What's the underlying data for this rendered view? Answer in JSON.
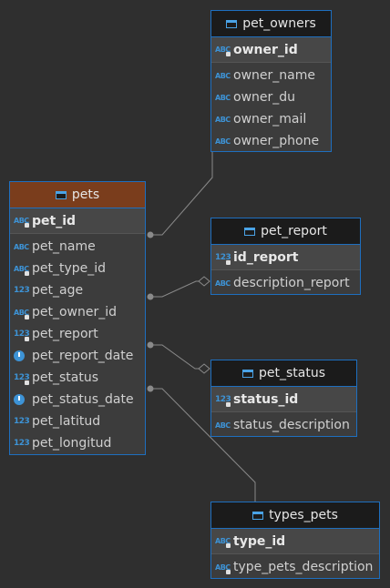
{
  "tables": {
    "pet_owners": {
      "title": "pet_owners",
      "pk": {
        "icon": "ABC",
        "name": "owner_id"
      },
      "columns": [
        {
          "icon": "ABC",
          "name": "owner_name"
        },
        {
          "icon": "ABC",
          "name": "owner_du"
        },
        {
          "icon": "ABC",
          "name": "owner_mail"
        },
        {
          "icon": "ABC",
          "name": "owner_phone"
        }
      ]
    },
    "pets": {
      "title": "pets",
      "pk": {
        "icon": "ABC",
        "name": "pet_id"
      },
      "columns": [
        {
          "icon": "ABC",
          "name": "pet_name"
        },
        {
          "icon": "ABC",
          "name": "pet_type_id"
        },
        {
          "icon": "123",
          "name": "pet_age"
        },
        {
          "icon": "ABC",
          "name": "pet_owner_id"
        },
        {
          "icon": "123",
          "name": "pet_report"
        },
        {
          "icon": "clock-icon",
          "name": "pet_report_date"
        },
        {
          "icon": "123",
          "name": "pet_status"
        },
        {
          "icon": "clock-icon",
          "name": "pet_status_date"
        },
        {
          "icon": "123",
          "name": "pet_latitud"
        },
        {
          "icon": "123",
          "name": "pet_longitud"
        }
      ]
    },
    "pet_report": {
      "title": "pet_report",
      "pk": {
        "icon": "123",
        "name": "id_report"
      },
      "columns": [
        {
          "icon": "ABC",
          "name": "description_report"
        }
      ]
    },
    "pet_status": {
      "title": "pet_status",
      "pk": {
        "icon": "123",
        "name": "status_id"
      },
      "columns": [
        {
          "icon": "ABC",
          "name": "status_description"
        }
      ]
    },
    "types_pets": {
      "title": "types_pets",
      "pk": {
        "icon": "ABC",
        "name": "type_id"
      },
      "columns": [
        {
          "icon": "ABC",
          "name": "type_pets_description"
        }
      ]
    }
  },
  "colors": {
    "background": "#2f2f2f",
    "border": "#1e6fbf",
    "header": "#1b1b1b",
    "selected_header": "#7a3d1c",
    "icon": "#3d93d6",
    "line": "#8a8a8a"
  }
}
